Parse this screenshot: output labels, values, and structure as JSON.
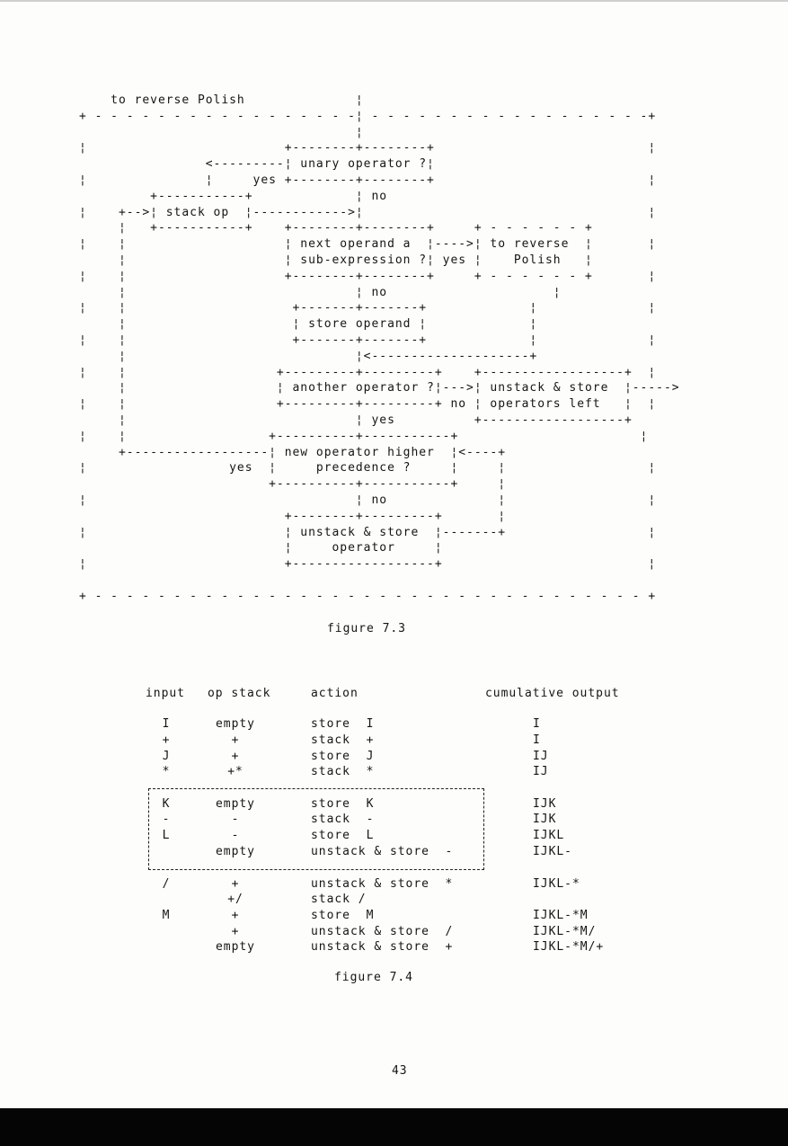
{
  "diagram": {
    "lines": [
      "    to reverse Polish              ¦",
      "+ - - - - - - - - - - - - - - - - -¦ - - - - - - - - - - - - - - - - - -+",
      "                                   ¦",
      "¦                         +--------+--------+                           ¦",
      "                <---------¦ unary operator ?¦",
      "¦               ¦     yes +--------+--------+                           ¦",
      "         +-----------+             ¦ no",
      "¦    +-->¦ stack op  ¦------------>¦                                    ¦",
      "     ¦   +-----------+    +--------+--------+     + - - - - - - +",
      "¦    ¦                    ¦ next operand a  ¦---->¦ to reverse  ¦       ¦",
      "     ¦                    ¦ sub-expression ?¦ yes ¦    Polish   ¦",
      "¦    ¦                    +--------+--------+     + - - - - - - +       ¦",
      "     ¦                             ¦ no                     ¦",
      "¦    ¦                     +-------+-------+             ¦              ¦",
      "     ¦                     ¦ store operand ¦             ¦",
      "¦    ¦                     +-------+-------+             ¦              ¦",
      "     ¦                             ¦<--------------------+",
      "¦    ¦                   +---------+---------+    +------------------+  ¦",
      "     ¦                   ¦ another operator ?¦--->¦ unstack & store  ¦----->",
      "¦    ¦                   +---------+---------+ no ¦ operators left   ¦  ¦",
      "     ¦                             ¦ yes          +------------------+",
      "¦    ¦                  +----------+-----------+                       ¦",
      "     +------------------¦ new operator higher  ¦<----+",
      "¦                  yes  ¦     precedence ?     ¦     ¦                  ¦",
      "                        +----------+-----------+     ¦",
      "¦                                  ¦ no              ¦                  ¦",
      "                          +--------+---------+       ¦",
      "¦                         ¦ unstack & store  ¦-------+                  ¦",
      "                          ¦     operator     ¦",
      "¦                         +------------------+                          ¦",
      "",
      "+ - - - - - - - - - - - - - - - - - - - - - - - - - - - - - - - - - - - +"
    ],
    "caption": "figure 7.3"
  },
  "table": {
    "headers": [
      "input",
      "op stack",
      "action",
      "cumulative output"
    ],
    "rows": [
      [
        "I",
        "empty",
        "store  I",
        "I"
      ],
      [
        "+",
        "+",
        "stack  +",
        "I"
      ],
      [
        "J",
        "+",
        "store  J",
        "IJ"
      ],
      [
        "*",
        "+*",
        "stack  *",
        "IJ"
      ],
      [
        "K",
        "empty",
        "store  K",
        "IJK"
      ],
      [
        "-",
        "-",
        "stack  -",
        "IJK"
      ],
      [
        "L",
        "-",
        "store  L",
        "IJKL"
      ],
      [
        "",
        "empty",
        "unstack & store  -",
        "IJKL-"
      ],
      [
        "/",
        "+",
        "unstack & store  *",
        "IJKL-*"
      ],
      [
        "",
        "+/",
        "stack /",
        ""
      ],
      [
        "M",
        "+",
        "store  M",
        "IJKL-*M"
      ],
      [
        "",
        "+",
        "unstack & store  /",
        "IJKL-*M/"
      ],
      [
        "",
        "empty",
        "unstack & store  +",
        "IJKL-*M/+"
      ]
    ],
    "caption": "figure 7.4"
  },
  "page_number": "43"
}
